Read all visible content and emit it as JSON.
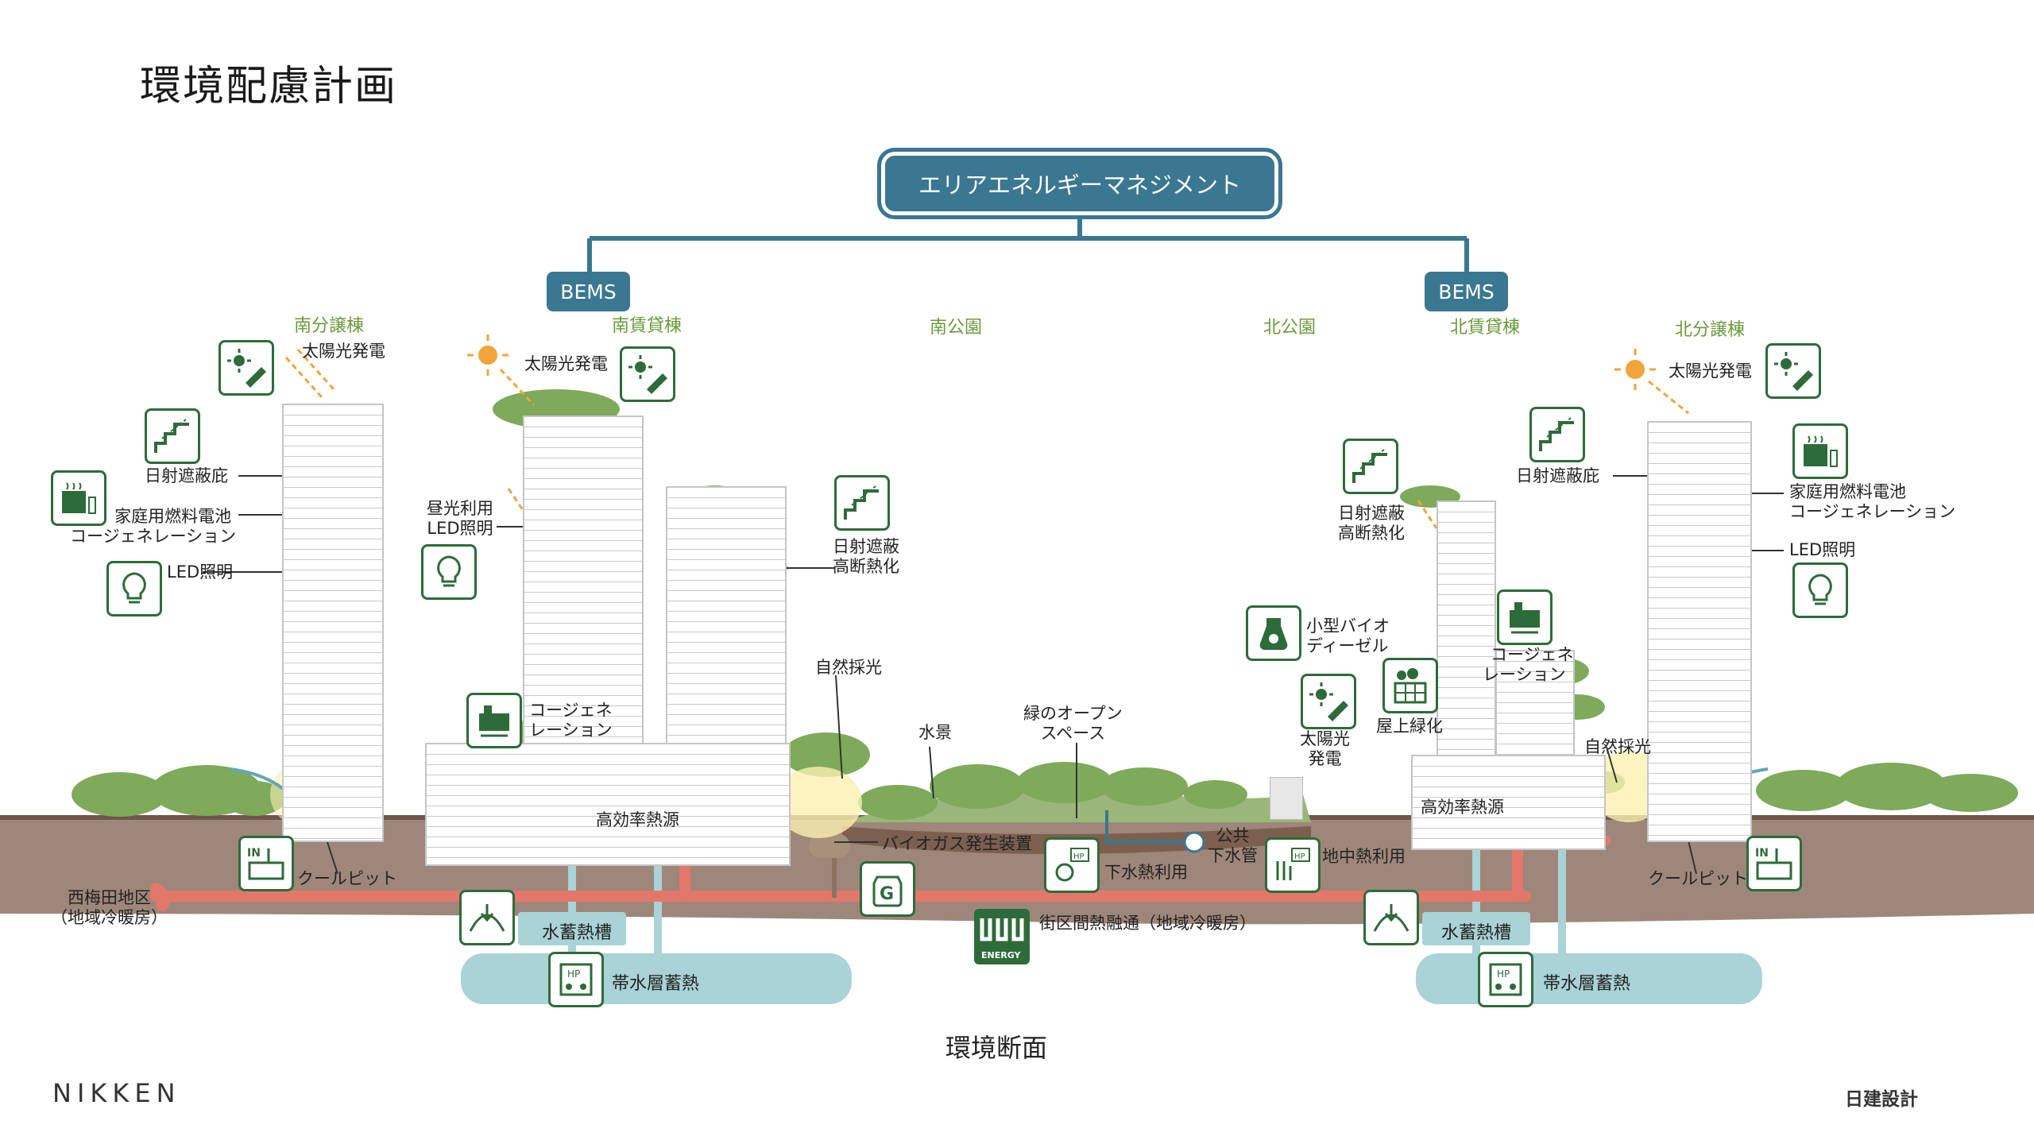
{
  "title": "環境配慮計画",
  "aem_label": "エリアエネルギーマネジメント",
  "bems_left": "BEMS",
  "bems_right": "BEMS",
  "buildings": {
    "south_sale": "南分譲棟",
    "south_rent": "南賃貸棟",
    "south_park": "南公園",
    "north_park": "北公園",
    "north_rent": "北賃貸棟",
    "north_sale": "北分譲棟"
  },
  "labels": {
    "solar_1": "太陽光発電",
    "solar_2": "太陽光発電",
    "solar_3": "太陽光発電",
    "shade_1": "日射遮蔽庇",
    "shade_2": "日射遮蔽庇",
    "fuelcell_1a": "家庭用燃料電池",
    "fuelcell_1b": "コージェネレーション",
    "fuelcell_2a": "家庭用燃料電池",
    "fuelcell_2b": "コージェネレーション",
    "led_1": "LED照明",
    "led_2": "LED照明",
    "daylight_led_a": "昼光利用",
    "daylight_led_b": "LED照明",
    "shade_ins_1a": "日射遮蔽",
    "shade_ins_1b": "高断熱化",
    "shade_ins_2a": "日射遮蔽",
    "shade_ins_2b": "高断熱化",
    "cogen_1a": "コージェネ",
    "cogen_1b": "レーション",
    "cogen_2a": "コージェネ",
    "cogen_2b": "レーション",
    "natural_light_1": "自然採光",
    "natural_light_2": "自然採光",
    "water_scape": "水景",
    "green_open_a": "緑のオープン",
    "green_open_b": "スペース",
    "bio_diesel_a": "小型バイオ",
    "bio_diesel_b": "ディーゼル",
    "solar_small_a": "太陽光",
    "solar_small_b": "発電",
    "roof_green": "屋上緑化",
    "heat_source_1": "高効率熱源",
    "heat_source_2": "高効率熱源",
    "biogas": "バイオガス発生装置",
    "public_sewer_a": "公共",
    "public_sewer_b": "下水管",
    "sewer_heat": "下水熱利用",
    "geo_heat": "地中熱利用",
    "cool_pit_1": "クールピット",
    "cool_pit_2": "クールピット",
    "nishiumeda_a": "西梅田地区",
    "nishiumeda_b": "（地域冷暖房）",
    "water_tank_1": "水蓄熱槽",
    "water_tank_2": "水蓄熱槽",
    "district_network": "街区間熱融通（地域冷暖房）",
    "aquifer_1": "帯水層蓄熱",
    "aquifer_2": "帯水層蓄熱",
    "energy_icon_text": "ENERGY",
    "hp_icon_text": "HP",
    "in_icon_text": "IN",
    "g_icon_text": "G"
  },
  "caption": "環境断面",
  "footer_logo": "NIKKEN",
  "footer_jp": "日建設計",
  "colors": {
    "mgmt_blue": "#3a7791",
    "pipe_red": "#e4776c",
    "aquifer_blue": "#a9d3d6",
    "icon_green": "#2e6b3a",
    "building_label": "#6a9a3a",
    "ground": "#8d7263",
    "sun": "#f0a43a"
  }
}
